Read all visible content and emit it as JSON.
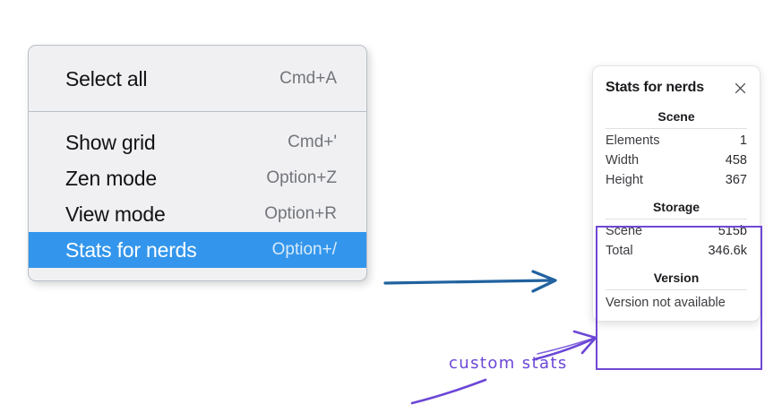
{
  "context_menu": {
    "sections": [
      {
        "items": [
          {
            "label": "Select all",
            "shortcut": "Cmd+A",
            "highlighted": false
          }
        ]
      },
      {
        "items": [
          {
            "label": "Show grid",
            "shortcut": "Cmd+'",
            "highlighted": false
          },
          {
            "label": "Zen mode",
            "shortcut": "Option+Z",
            "highlighted": false
          },
          {
            "label": "View mode",
            "shortcut": "Option+R",
            "highlighted": false
          },
          {
            "label": "Stats for nerds",
            "shortcut": "Option+/",
            "highlighted": true
          }
        ]
      }
    ],
    "highlight_color": "#3396ec"
  },
  "stats_panel": {
    "title": "Stats for nerds",
    "close_icon": "close-icon",
    "sections": [
      {
        "name": "Scene",
        "rows": [
          {
            "label": "Elements",
            "value": "1"
          },
          {
            "label": "Width",
            "value": "458"
          },
          {
            "label": "Height",
            "value": "367"
          }
        ]
      },
      {
        "name": "Storage",
        "rows": [
          {
            "label": "Scene",
            "value": "515b"
          },
          {
            "label": "Total",
            "value": "346.6k"
          }
        ]
      },
      {
        "name": "Version",
        "note": "Version not available",
        "rows": []
      }
    ]
  },
  "annotations": {
    "handwritten_label": "custom stats",
    "handwriting_color": "#6b47d6",
    "box_color": "#7048d4",
    "flow_arrow_color": "#20629f"
  }
}
